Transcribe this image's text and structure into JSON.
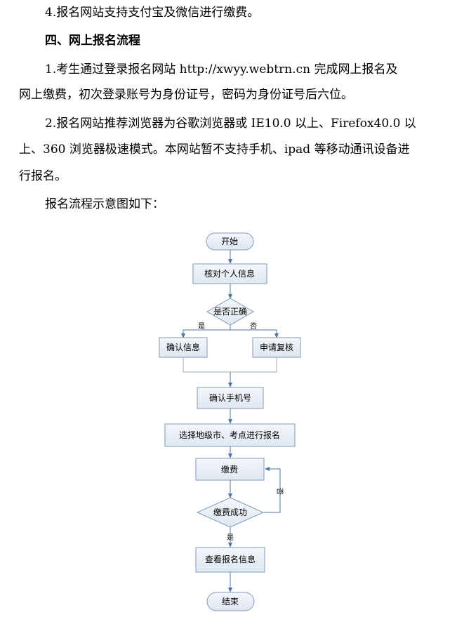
{
  "document": {
    "lines": [
      {
        "id": "l1",
        "text": "4.报名网站支持支付宝及微信进行缴费。"
      },
      {
        "id": "l2",
        "text": "四、网上报名流程"
      },
      {
        "id": "l3",
        "text": "1.考生通过登录报名网站 http://xwyy.webtrn.cn  完成网上报名及"
      },
      {
        "id": "l4",
        "text": "网上缴费，初次登录账号为身份证号，密码为身份证号后六位。"
      },
      {
        "id": "l5",
        "text": "2.报名网站推荐浏览器为谷歌浏览器或 IE10.0 以上、Firefox40.0 以"
      },
      {
        "id": "l6",
        "text": "上、360 浏览器极速模式。本网站暂不支持手机、ipad 等移动通讯设备进"
      },
      {
        "id": "l7",
        "text": "行报名。"
      },
      {
        "id": "l8",
        "text": "报名流程示意图如下："
      }
    ]
  },
  "flowchart": {
    "start": "开始",
    "verify_info": "核对个人信息",
    "is_correct": "是否正确",
    "yes_label": "是",
    "no_label": "否",
    "confirm_info": "确认信息",
    "apply_review": "申请复核",
    "confirm_phone": "确认手机号",
    "select_city": "选择地级市、考点进行报名",
    "pay": "缴费",
    "pay_success": "缴费成功",
    "pay_no_label": "否",
    "pay_yes_label": "是",
    "view_info": "查看报名信息",
    "end": "结束"
  }
}
